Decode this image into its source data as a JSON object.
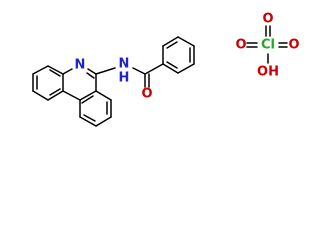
{
  "structure": {
    "colors": {
      "bond": "#000000",
      "nitrogen": "#2222cc",
      "oxygen": "#cc0000",
      "chlorine": "#22aa22",
      "background": "#ffffff"
    },
    "labels": {
      "ring_nitrogen": "N",
      "amide_nitrogen": "N",
      "amide_hydrogen": "H",
      "carbonyl_oxygen": "O",
      "perchlorate_o_left": "O",
      "perchlorate_cl": "Cl",
      "perchlorate_o_right": "O",
      "perchlorate_o_top": "O",
      "perchlorate_oh": "OH"
    }
  }
}
